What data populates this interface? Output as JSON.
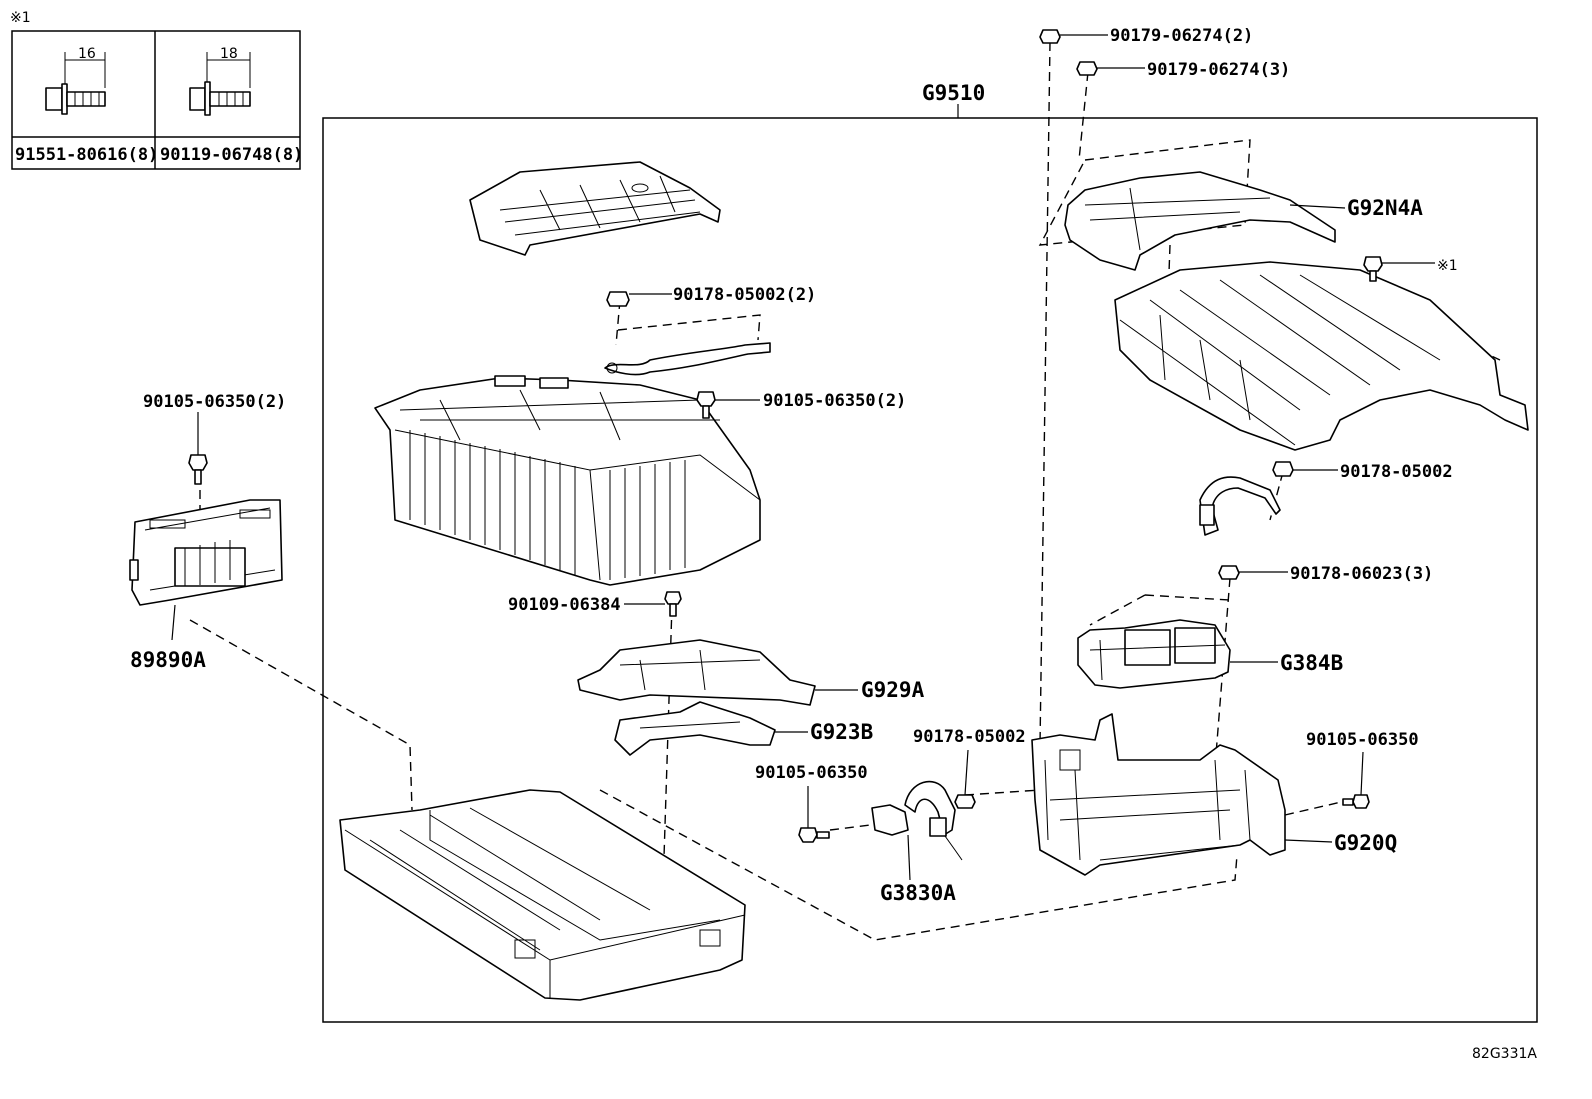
{
  "diagram_id": "82G331A",
  "assembly_label": "G9510",
  "note_symbol": "※1",
  "fastener_table": {
    "symbol": "※1",
    "columns": [
      {
        "dimension": "16",
        "part_number": "91551-80616(8)"
      },
      {
        "dimension": "18",
        "part_number": "90119-06748(8)"
      }
    ]
  },
  "labels": {
    "p_90179_06274_2": "90179-06274(2)",
    "p_90179_06274_3": "90179-06274(3)",
    "p_G92N4A": "G92N4A",
    "p_note1": "※1",
    "p_90178_05002_2": "90178-05002(2)",
    "p_90105_06350_2_left": "90105-06350(2)",
    "p_90105_06350_2_mid": "90105-06350(2)",
    "p_90178_05002_right": "90178-05002",
    "p_90178_06023_3": "90178-06023(3)",
    "p_G384B": "G384B",
    "p_90109_06384": "90109-06384",
    "p_G929A": "G929A",
    "p_G923B": "G923B",
    "p_89890A": "89890A",
    "p_90178_05002_low": "90178-05002",
    "p_90105_06350_low_left": "90105-06350",
    "p_90105_06350_low_right": "90105-06350",
    "p_G3830A": "G3830A",
    "p_G920Q": "G920Q"
  },
  "icons": [
    "flange-bolt-icon",
    "nut-icon",
    "battery-module-icon",
    "battery-tray-icon",
    "cover-icon",
    "bracket-icon",
    "junction-block-icon",
    "wire-harness-icon",
    "ecu-icon"
  ]
}
